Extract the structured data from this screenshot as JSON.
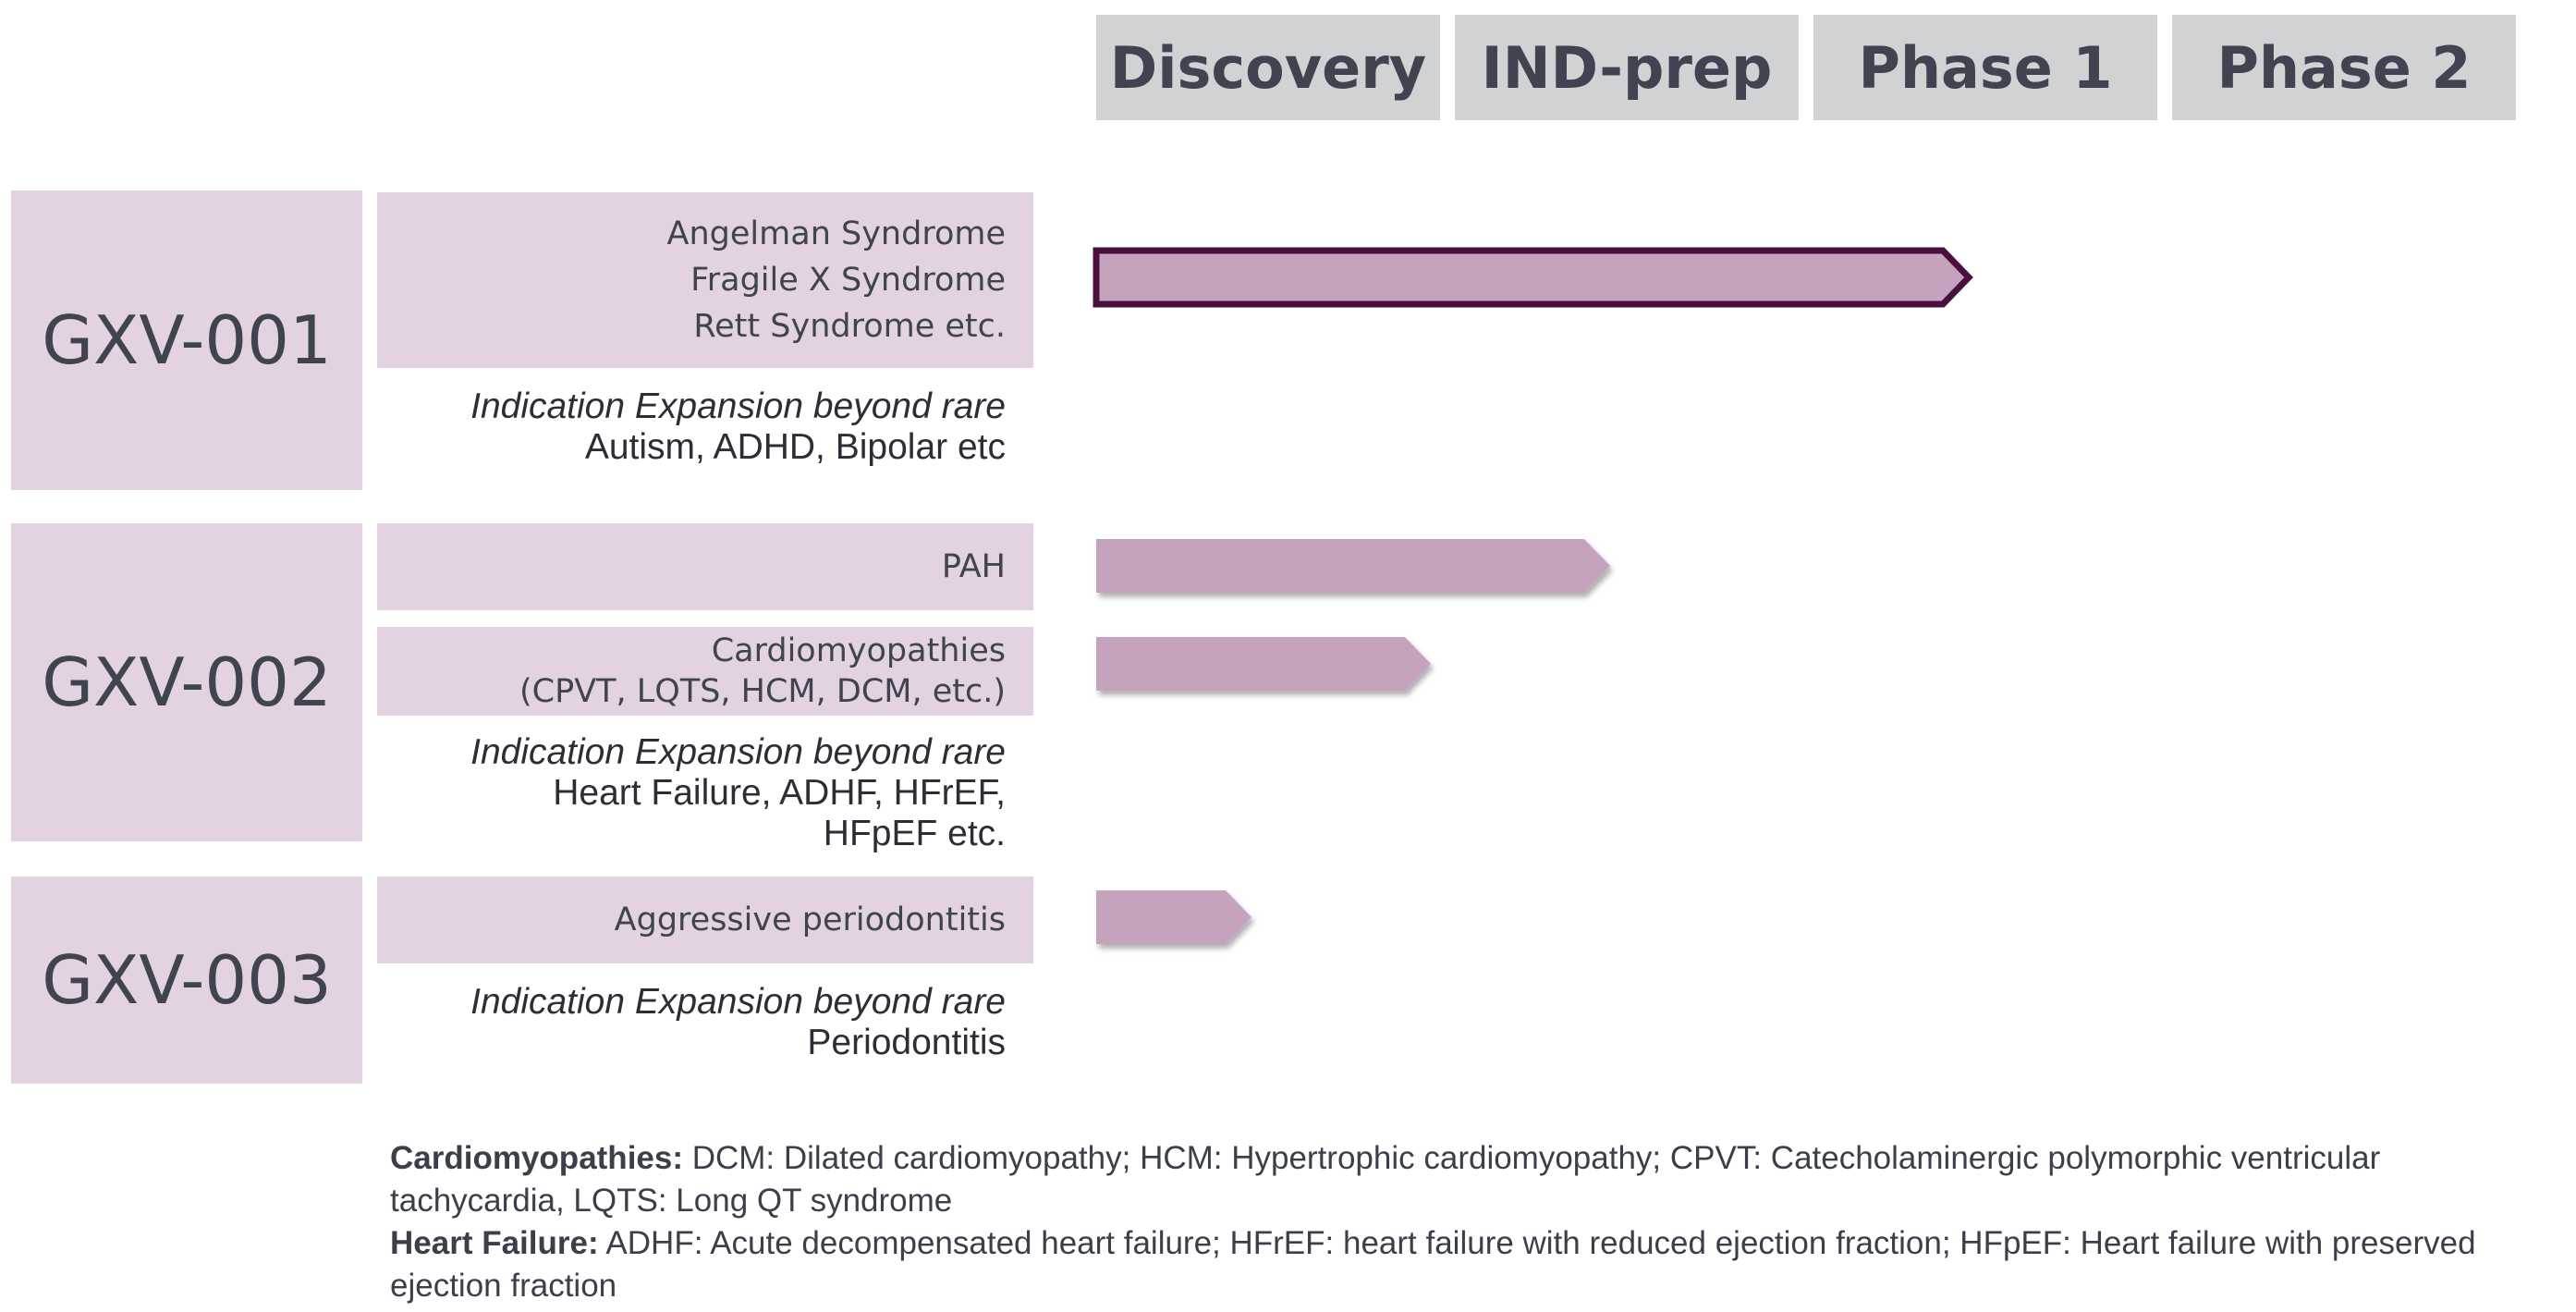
{
  "phases": [
    "Discovery",
    "IND-prep",
    "Phase 1",
    "Phase 2"
  ],
  "programs": [
    {
      "name": "GXV-001",
      "indications": [
        [
          "Angelman Syndrome",
          "Fragile X Syndrome",
          "Rett Syndrome    etc."
        ]
      ],
      "expansion": {
        "heading": "Indication Expansion beyond rare",
        "lines": [
          "Autism, ADHD, Bipolar etc"
        ]
      }
    },
    {
      "name": "GXV-002",
      "indications": [
        [
          "PAH"
        ],
        [
          "Cardiomyopathies",
          "(CPVT, LQTS, HCM, DCM, etc.)"
        ]
      ],
      "expansion": {
        "heading": "Indication Expansion beyond rare",
        "lines": [
          "Heart Failure, ADHF, HFrEF,",
          "HFpEF  etc."
        ]
      }
    },
    {
      "name": "GXV-003",
      "indications": [
        [
          "Aggressive periodontitis"
        ]
      ],
      "expansion": {
        "heading": "Indication Expansion beyond rare",
        "lines": [
          "Periodontitis"
        ]
      }
    }
  ],
  "progress": [
    {
      "indication": "Angelman / Fragile X / Rett",
      "stage_fraction": 2.5,
      "highlighted": true
    },
    {
      "indication": "PAH",
      "stage_fraction": 1.5,
      "highlighted": false
    },
    {
      "indication": "Cardiomyopathies",
      "stage_fraction": 1.0,
      "highlighted": false
    },
    {
      "indication": "Aggressive periodontitis",
      "stage_fraction": 0.5,
      "highlighted": false
    }
  ],
  "footnotes": [
    {
      "term": "Cardiomyopathies:",
      "text": " DCM: Dilated cardiomyopathy; HCM: Hypertrophic cardiomyopathy; CPVT: Catecholaminergic polymorphic ventricular tachycardia, LQTS: Long QT syndrome"
    },
    {
      "term": "Heart Failure:",
      "text": " ADHF: Acute decompensated heart failure; HFrEF: heart failure with reduced ejection fraction; HFpEF: Heart failure with preserved ejection fraction"
    }
  ],
  "colors": {
    "bar_fill": "#c6a3bd",
    "bar_outline": "#4a0f3e",
    "box_fill": "#e3d2df",
    "phase_fill": "#d1d2d4"
  }
}
